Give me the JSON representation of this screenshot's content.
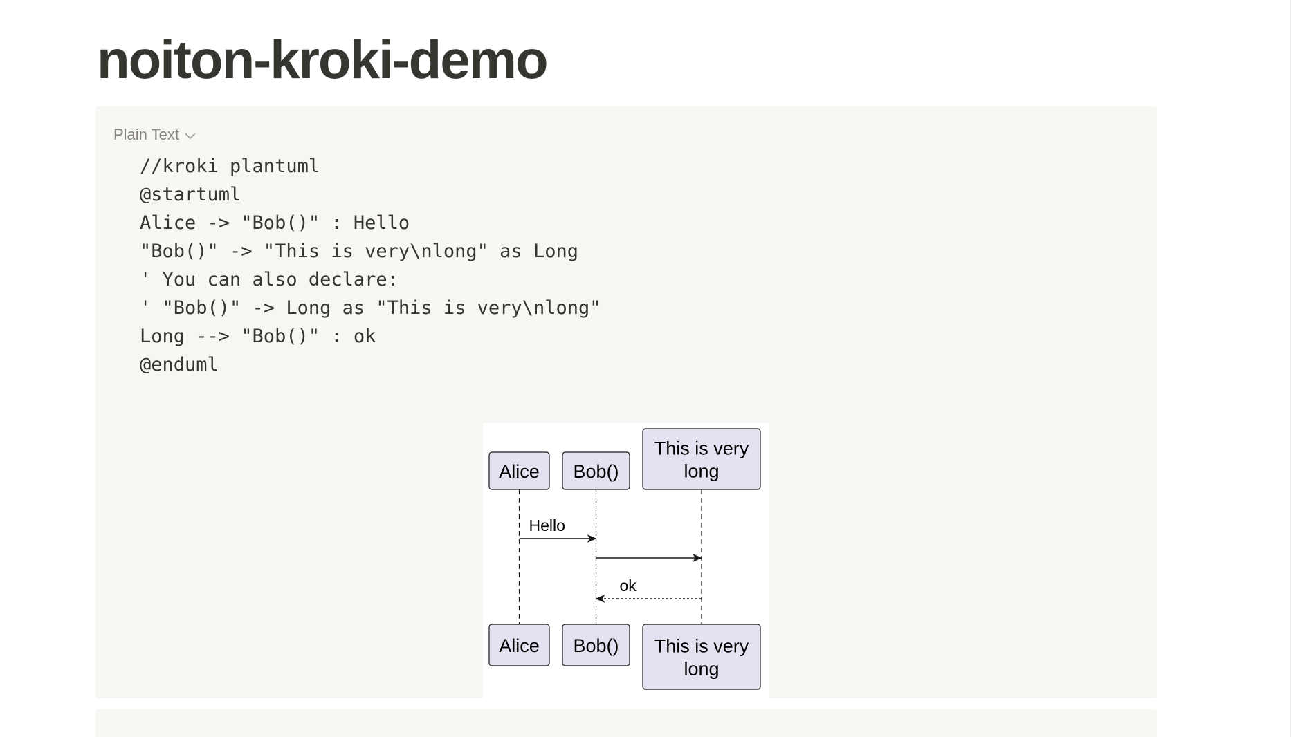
{
  "page": {
    "title": "noiton-kroki-demo"
  },
  "code_block": {
    "language": "Plain Text",
    "lines": [
      "//kroki plantuml",
      "@startuml",
      "Alice -> \"Bob()\" : Hello",
      "\"Bob()\" -> \"This is very\\nlong\" as Long",
      "' You can also declare:",
      "' \"Bob()\" -> Long as \"This is very\\nlong\"",
      "Long --> \"Bob()\" : ok",
      "@enduml"
    ]
  },
  "diagram": {
    "participants": [
      {
        "lines": [
          "Alice"
        ]
      },
      {
        "lines": [
          "Bob()"
        ]
      },
      {
        "lines": [
          "This is very",
          "long"
        ]
      }
    ],
    "messages": [
      {
        "from": 0,
        "to": 1,
        "label": "Hello",
        "style": "solid"
      },
      {
        "from": 1,
        "to": 2,
        "label": "",
        "style": "solid"
      },
      {
        "from": 2,
        "to": 1,
        "label": "ok",
        "style": "dashed"
      }
    ],
    "colors": {
      "participant_fill": "#e2e2f0",
      "participant_stroke": "#181818",
      "lifeline": "#181818",
      "arrow": "#181818",
      "code_bg": "#f7f6f3",
      "title_text": "#37352f"
    }
  }
}
